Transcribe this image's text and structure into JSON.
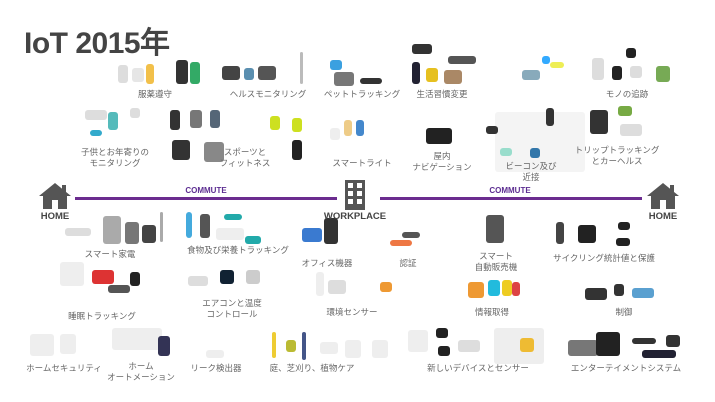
{
  "title": "IoT 2015年",
  "journey": {
    "home_left": "HOME",
    "workplace": "WORKPLACE",
    "home_right": "HOME",
    "commute_left": "COMMUTE",
    "commute_right": "COMMUTE",
    "line_color": "#6b2c8f"
  },
  "categories": {
    "medication": "服薬遵守",
    "health_monitoring": "ヘルスモニタリング",
    "pet_tracking": "ペットトラッキング",
    "habit_change": "生活習慣変更",
    "item_tracking": "モノの追跡",
    "child_elder_1": "子供とお年寄りの",
    "child_elder_2": "モニタリング",
    "sports_1": "スポーツと",
    "sports_2": "フィットネス",
    "smart_light": "スマートライト",
    "indoor_nav_1": "屋内",
    "indoor_nav_2": "ナビゲーション",
    "beacon_1": "ビーコン及び",
    "beacon_2": "近接",
    "trip_1": "トリップトラッキング",
    "trip_2": "とカーヘルス",
    "smart_appliance": "スマート家電",
    "food_tracking": "食物及び栄養トラッキング",
    "office": "オフィス機器",
    "auth": "認証",
    "vending_1": "スマート",
    "vending_2": "自動販売機",
    "cycling": "サイクリング統計値と保護",
    "sleep": "睡眠トラッキング",
    "aircon_1": "エアコンと温度",
    "aircon_2": "コントロール",
    "env_sensor": "環境センサー",
    "info": "情報取得",
    "control": "制御",
    "home_security": "ホームセキュリティ",
    "home_auto_1": "ホーム",
    "home_auto_2": "オートメーション",
    "leak": "リーク検出器",
    "garden": "庭、芝刈り、植物ケア",
    "new_devices": "新しいデバイスとセンサー",
    "entertainment": "エンターテイメントシステム"
  }
}
